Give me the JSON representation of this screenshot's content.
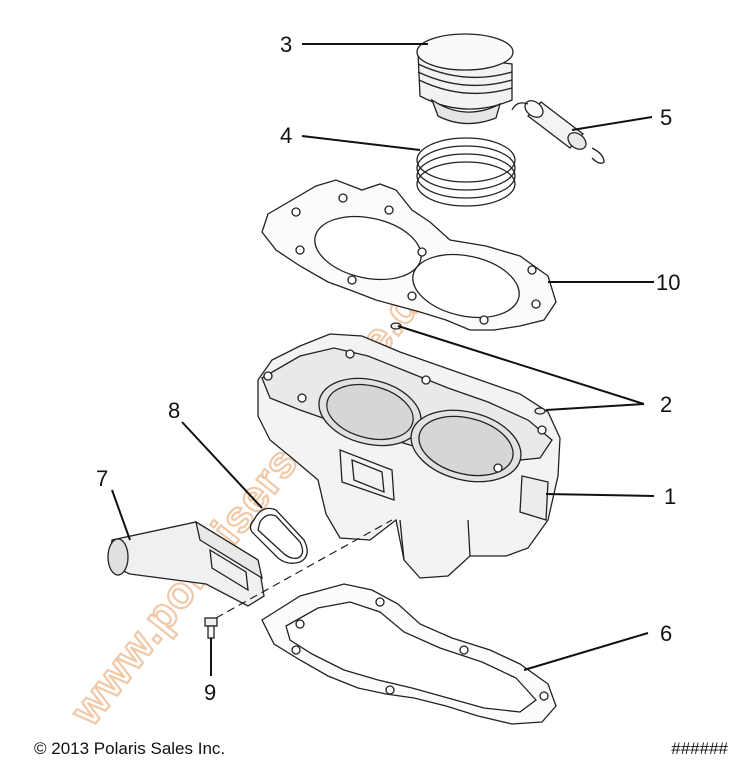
{
  "diagram": {
    "callouts": [
      "1",
      "2",
      "3",
      "4",
      "5",
      "6",
      "7",
      "8",
      "9",
      "10"
    ],
    "watermark": "www.polarisersatzteile.de"
  },
  "footer": {
    "copyright": "© 2013 Polaris Sales Inc.",
    "doc_number": "######"
  }
}
